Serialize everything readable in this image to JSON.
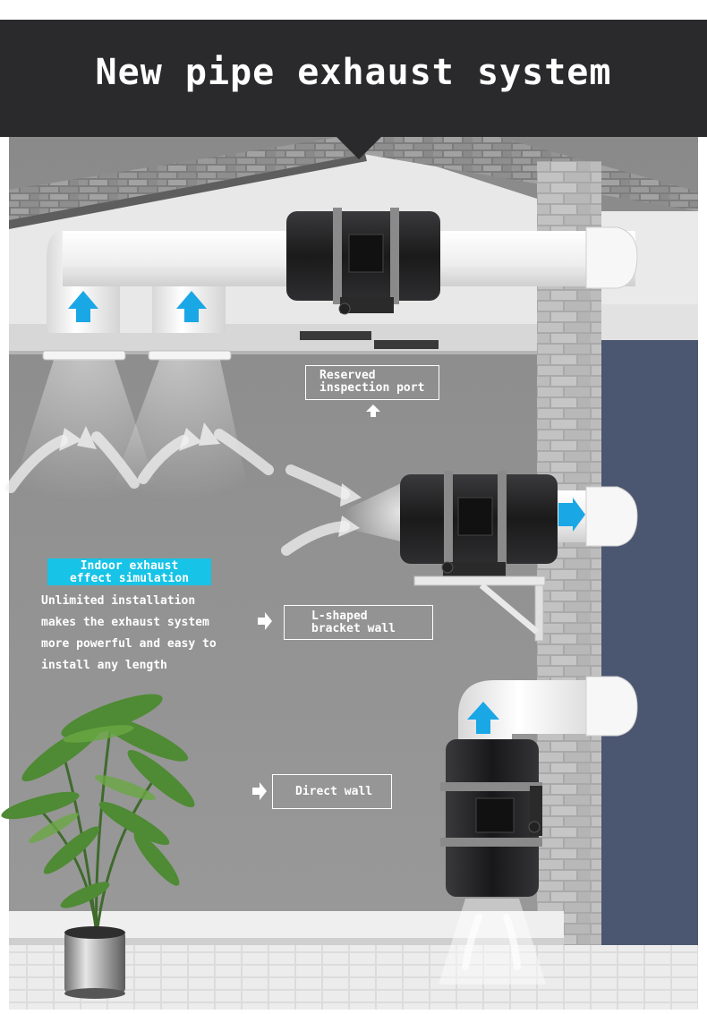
{
  "header": {
    "title": "New pipe exhaust system"
  },
  "callouts": {
    "reserved": {
      "line1": "Reserved",
      "line2": "inspection port"
    },
    "indoor": {
      "tag_line1": "Indoor exhaust",
      "tag_line2": "effect simulation",
      "desc_lines": [
        "Unlimited installation",
        "makes the exhaust system",
        "more powerful and easy to",
        "install any length"
      ]
    },
    "lshaped": {
      "line1": "L-shaped",
      "line2": "bracket wall"
    },
    "direct": {
      "label": "Direct wall"
    }
  },
  "colors": {
    "header_bg": "#2a2a2c",
    "wall": "#8f8f8f",
    "brick": "#b4b4b4",
    "outer_wall": "#4b5671",
    "arrow": "#1aa7e6",
    "tag": "#17c3e6",
    "fan_body": "#1d1d1f",
    "pipe": "#f1f1f1"
  }
}
